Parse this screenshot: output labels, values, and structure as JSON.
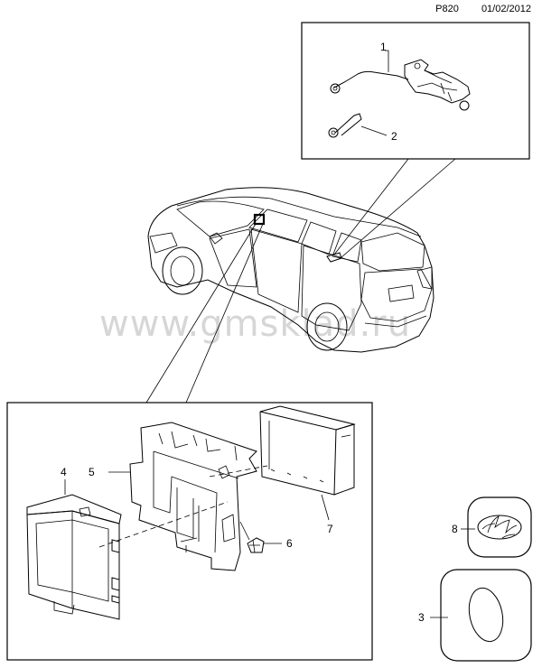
{
  "header": {
    "page_code": "P820",
    "date": "01/02/2012"
  },
  "watermark": "www.gmsklad.ru",
  "callouts": {
    "c1": "1",
    "c2": "2",
    "c3": "3",
    "c4": "4",
    "c5": "5",
    "c6": "6",
    "c7": "7",
    "c8": "8"
  },
  "icons": [
    "vehicle-illustration",
    "antenna-cable-part",
    "bolt-part",
    "control-module-part",
    "mounting-bracket-part",
    "clip-part",
    "display-unit-part",
    "emblem-part",
    "pad-part"
  ]
}
